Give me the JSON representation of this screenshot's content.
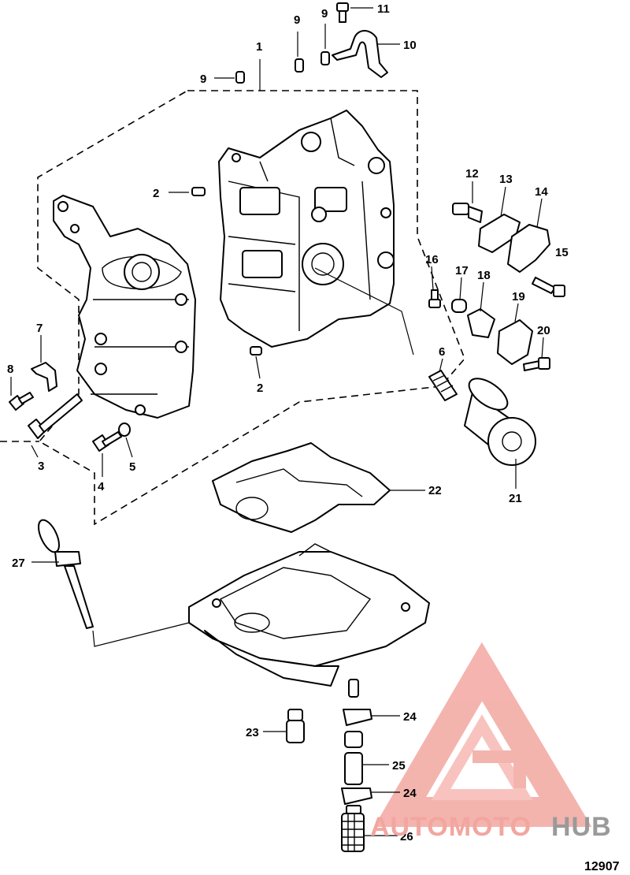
{
  "diagram": {
    "figure_number": "12907",
    "callouts": [
      "1",
      "2",
      "2",
      "3",
      "4",
      "5",
      "6",
      "7",
      "8",
      "9",
      "9",
      "9",
      "10",
      "11",
      "12",
      "13",
      "14",
      "15",
      "16",
      "17",
      "18",
      "19",
      "20",
      "21",
      "22",
      "23",
      "24",
      "24",
      "25",
      "26",
      "27"
    ]
  },
  "watermark": {
    "brand_left": "AUTOMOTO",
    "brand_right": "HUB",
    "colors": {
      "accent": "#e8453c",
      "accent_light": "#f6b0aa",
      "secondary": "#999999"
    }
  }
}
